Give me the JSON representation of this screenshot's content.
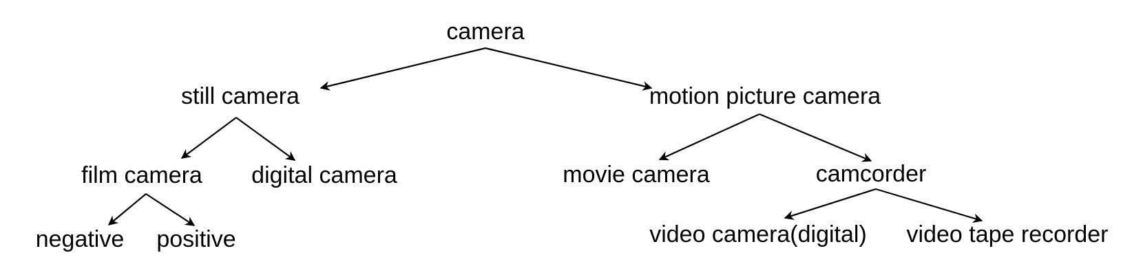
{
  "colors": {
    "background": "#ffffff",
    "ink": "#000000"
  },
  "nodes": {
    "camera": "camera",
    "still_camera": "still camera",
    "motion_picture_camera": "motion picture camera",
    "film_camera": "film camera",
    "digital_camera": "digital camera",
    "movie_camera": "movie camera",
    "camcorder": "camcorder",
    "negative": "negative",
    "positive": "positive",
    "video_camera_digital": "video camera(digital)",
    "video_tape_recorder": "video tape recorder"
  },
  "edges": [
    {
      "from": "camera",
      "to": "still_camera"
    },
    {
      "from": "camera",
      "to": "motion_picture_camera"
    },
    {
      "from": "still_camera",
      "to": "film_camera"
    },
    {
      "from": "still_camera",
      "to": "digital_camera"
    },
    {
      "from": "film_camera",
      "to": "negative"
    },
    {
      "from": "film_camera",
      "to": "positive"
    },
    {
      "from": "motion_picture_camera",
      "to": "movie_camera"
    },
    {
      "from": "motion_picture_camera",
      "to": "camcorder"
    },
    {
      "from": "camcorder",
      "to": "video_camera_digital"
    },
    {
      "from": "camcorder",
      "to": "video_tape_recorder"
    }
  ]
}
